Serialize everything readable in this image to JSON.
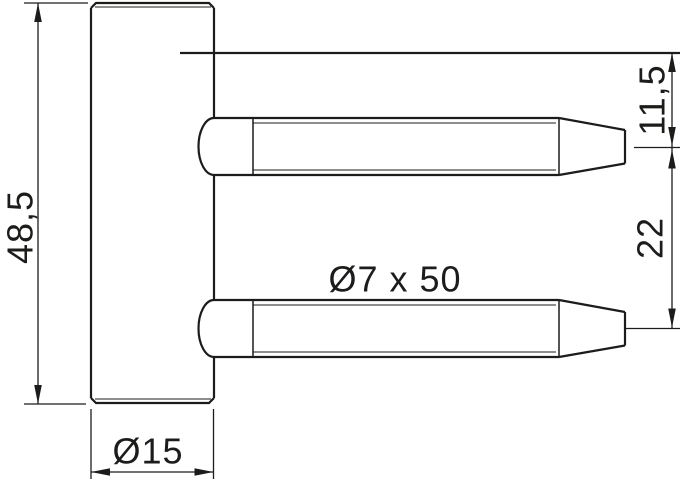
{
  "drawing": {
    "kind": "technical-drawing-hinge",
    "background_color": "#ffffff",
    "line_color": "#1c1c1b",
    "labels": {
      "body_height": "48,5",
      "body_diameter": "Ø15",
      "pin_spec": "Ø7 x 50",
      "top_offset": "11,5",
      "pin_spacing": "22"
    },
    "values_mm": {
      "body_height": 48.5,
      "body_diameter": 15,
      "pin_diameter": 7,
      "pin_length": 50,
      "top_offset": 11.5,
      "pin_spacing": 22
    }
  }
}
